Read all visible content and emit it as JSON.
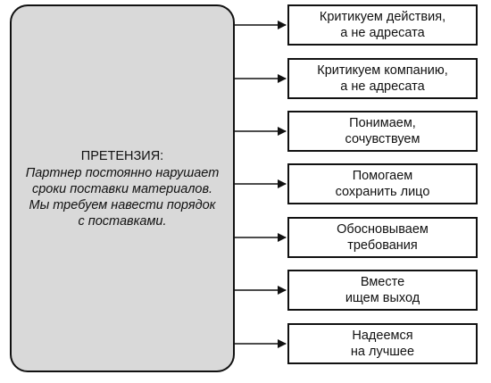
{
  "claim": {
    "title": "ПРЕТЕНЗИЯ:",
    "text": "Партнер постоянно нарушает\nсроки поставки материалов.\nМы требуем навести порядок\nс поставками."
  },
  "steps": [
    {
      "label": "Критикуем действия,\nа не адресата"
    },
    {
      "label": "Критикуем компанию,\nа не адресата"
    },
    {
      "label": "Понимаем,\nсочувствуем"
    },
    {
      "label": "Помогаем\nсохранить лицо"
    },
    {
      "label": "Обосновываем\nтребования"
    },
    {
      "label": "Вместе\nищем выход"
    },
    {
      "label": "Надеемся\nна лучшее"
    }
  ]
}
